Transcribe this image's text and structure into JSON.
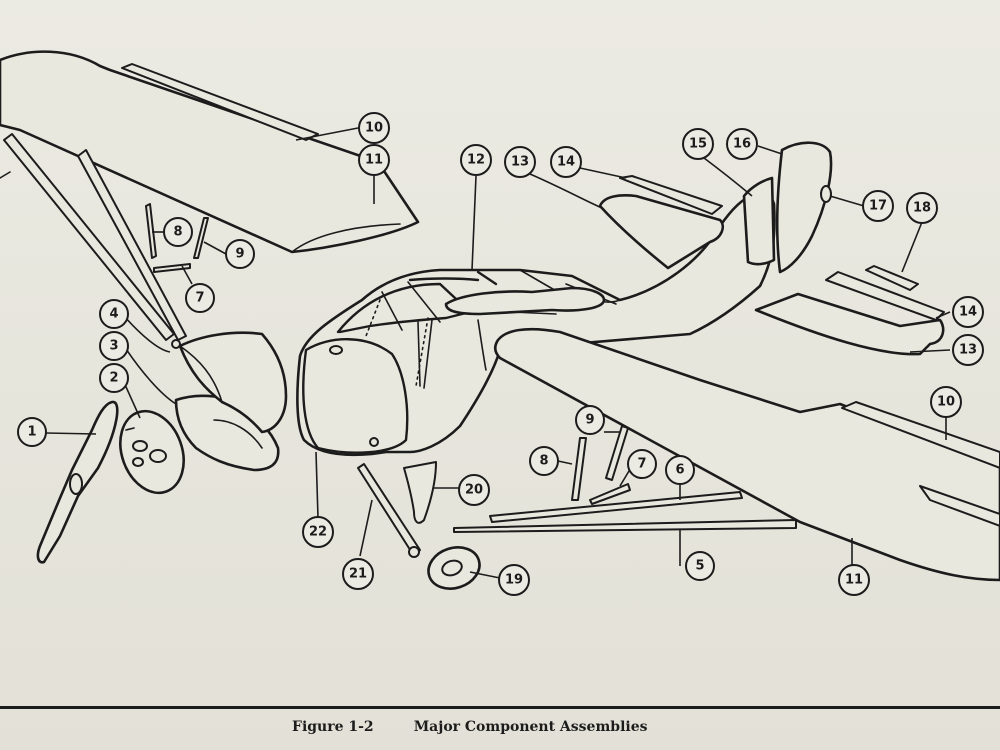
{
  "figure": {
    "number": "Figure 1-2",
    "title": "Major Component Assemblies"
  },
  "callouts": [
    {
      "id": "c1",
      "label": "1"
    },
    {
      "id": "c2",
      "label": "2"
    },
    {
      "id": "c3",
      "label": "3"
    },
    {
      "id": "c4",
      "label": "4"
    },
    {
      "id": "c5",
      "label": "5"
    },
    {
      "id": "c6",
      "label": "6"
    },
    {
      "id": "c7a",
      "label": "7"
    },
    {
      "id": "c7b",
      "label": "7"
    },
    {
      "id": "c8a",
      "label": "8"
    },
    {
      "id": "c8b",
      "label": "8"
    },
    {
      "id": "c9a",
      "label": "9"
    },
    {
      "id": "c9b",
      "label": "9"
    },
    {
      "id": "c10a",
      "label": "10"
    },
    {
      "id": "c10b",
      "label": "10"
    },
    {
      "id": "c11a",
      "label": "11"
    },
    {
      "id": "c11b",
      "label": "11"
    },
    {
      "id": "c12",
      "label": "12"
    },
    {
      "id": "c13a",
      "label": "13"
    },
    {
      "id": "c13b",
      "label": "13"
    },
    {
      "id": "c14a",
      "label": "14"
    },
    {
      "id": "c14b",
      "label": "14"
    },
    {
      "id": "c15",
      "label": "15"
    },
    {
      "id": "c16",
      "label": "16"
    },
    {
      "id": "c17",
      "label": "17"
    },
    {
      "id": "c18",
      "label": "18"
    },
    {
      "id": "c19",
      "label": "19"
    },
    {
      "id": "c20",
      "label": "20"
    },
    {
      "id": "c21",
      "label": "21"
    },
    {
      "id": "c22",
      "label": "22"
    }
  ]
}
